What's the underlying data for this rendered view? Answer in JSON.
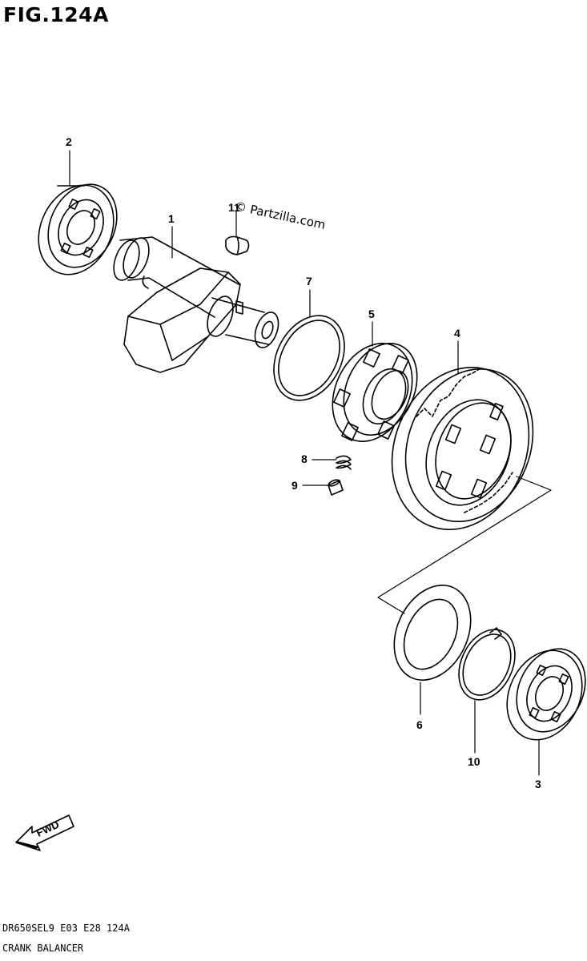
{
  "figure": {
    "title": "FIG.124A"
  },
  "watermark": "© Partzilla.com",
  "callouts": [
    "1",
    "2",
    "3",
    "4",
    "5",
    "6",
    "7",
    "8",
    "9",
    "10",
    "11"
  ],
  "fwd_label": "FWD",
  "footer": {
    "code": "DR650SEL9 E03 E28 124A",
    "name": "CRANK BALANCER"
  }
}
